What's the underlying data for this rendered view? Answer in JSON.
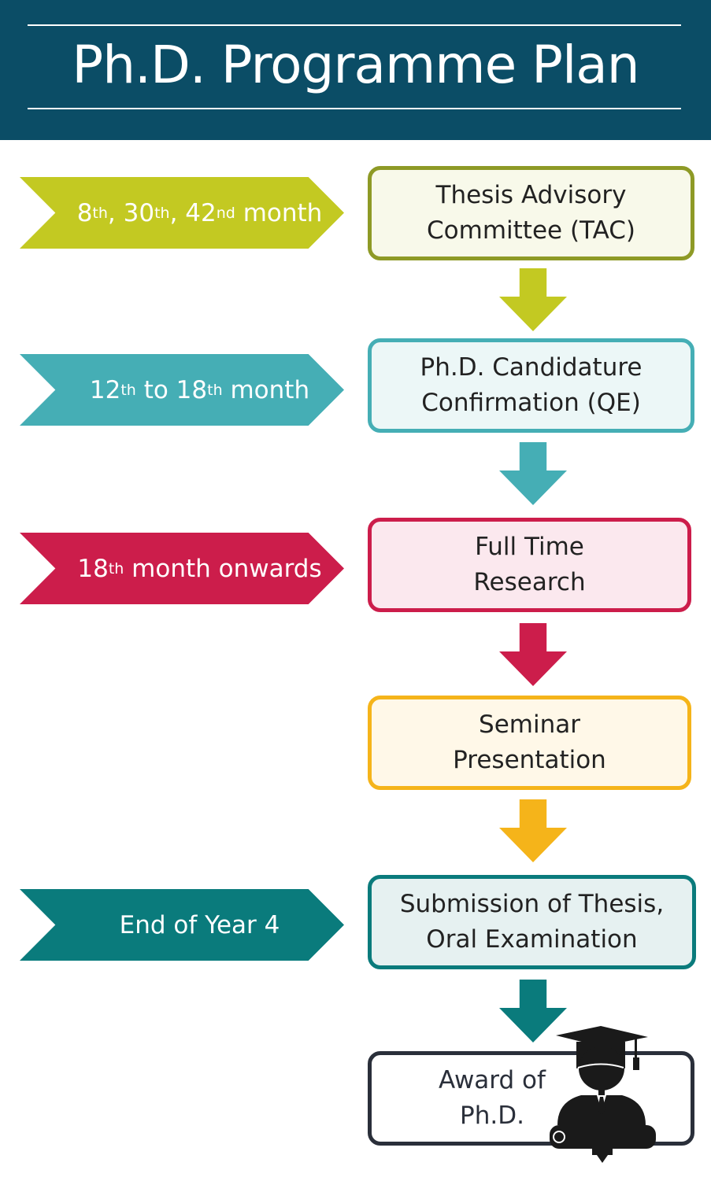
{
  "title": "Ph.D. Programme Plan",
  "colors": {
    "header": "#0b4d66",
    "lime": "#c3c922",
    "teal": "#45aeb5",
    "crimson": "#cc1d4b",
    "yellow": "#f5b41a",
    "dark_teal": "#0a7b7c",
    "dark": "#2a2f3a"
  },
  "timings": [
    {
      "parts": [
        "8",
        "th",
        ", 30",
        "th",
        ", 42",
        "nd",
        " month"
      ]
    },
    {
      "parts": [
        "12",
        "th",
        " to 18",
        "th",
        " month"
      ]
    },
    {
      "parts": [
        "18",
        "th",
        " month onwards"
      ]
    },
    {
      "parts": [
        "End of Year 4"
      ]
    }
  ],
  "steps": [
    {
      "line1": "Thesis Advisory",
      "line2": "Committee (TAC)"
    },
    {
      "line1": "Ph.D. Candidature",
      "line2": "Confirmation (QE)"
    },
    {
      "line1": "Full Time",
      "line2": "Research"
    },
    {
      "line1": "Seminar",
      "line2": "Presentation"
    },
    {
      "line1": "Submission of Thesis,",
      "line2": "Oral Examination"
    },
    {
      "line1": "Award of",
      "line2": "Ph.D.",
      "icon": "graduate-icon"
    }
  ]
}
